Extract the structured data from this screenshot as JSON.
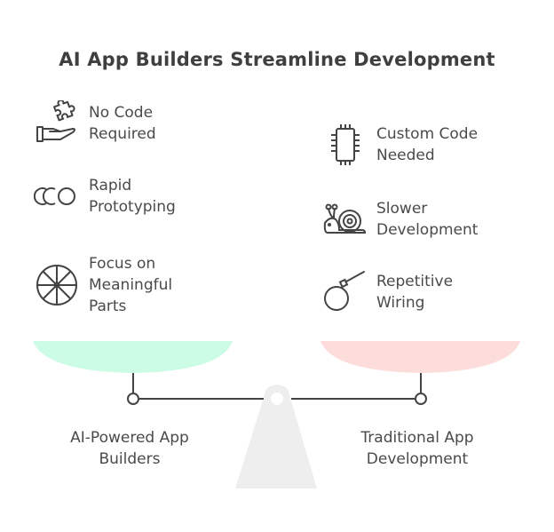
{
  "title": "AI App Builders Streamline Development",
  "left": {
    "label": "AI-Powered App\nBuilders",
    "pan_color": "#ccfbe6",
    "items": [
      {
        "icon": "hand-puzzle-icon",
        "label": "No Code\nRequired"
      },
      {
        "icon": "circles-icon",
        "label": "Rapid\nPrototyping"
      },
      {
        "icon": "wheel-icon",
        "label": "Focus on\nMeaningful\nParts"
      }
    ]
  },
  "right": {
    "label": "Traditional App\nDevelopment",
    "pan_color": "#fddcdc",
    "items": [
      {
        "icon": "chip-icon",
        "label": "Custom Code\nNeeded"
      },
      {
        "icon": "snail-icon",
        "label": "Slower\nDevelopment"
      },
      {
        "icon": "wire-loop-icon",
        "label": "Repetitive\nWiring"
      }
    ]
  },
  "colors": {
    "stroke": "#444444",
    "pivot": "#eeeeee"
  }
}
